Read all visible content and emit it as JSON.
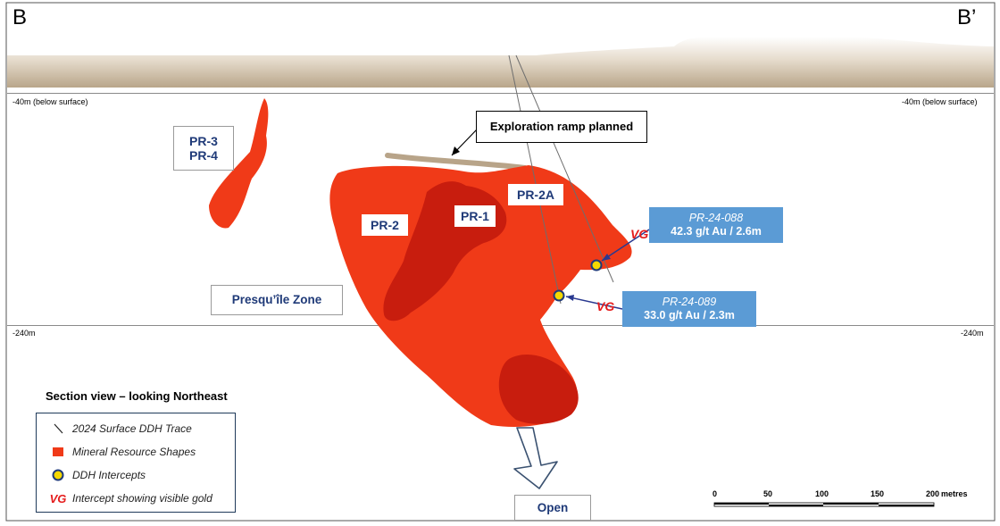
{
  "corner_left": "B",
  "corner_right": "B’",
  "elevations": {
    "top_left": "-40m (below surface)",
    "top_right": "-40m (below surface)",
    "bottom_left": "-240m",
    "bottom_right": "-240m"
  },
  "zones": {
    "pr34": [
      "PR-3",
      "PR-4"
    ],
    "pr2": "PR-2",
    "pr1": "PR-1",
    "pr2a": "PR-2A",
    "presquile": "Presqu’île Zone",
    "open": "Open"
  },
  "ramp_callout": "Exploration ramp planned",
  "holes": [
    {
      "id": "PR-24-088",
      "result": "42.3 g/t Au / 2.6m",
      "vg": "VG"
    },
    {
      "id": "PR-24-089",
      "result": "33.0 g/t Au / 2.3m",
      "vg": "VG"
    }
  ],
  "section_title": "Section view – looking Northeast",
  "legend": [
    {
      "icon": "line",
      "label": "2024 Surface DDH Trace"
    },
    {
      "icon": "red-square",
      "label": "Mineral Resource Shapes"
    },
    {
      "icon": "yellow-circle",
      "label": "DDH Intercepts"
    },
    {
      "icon": "vg-text",
      "symbol": "VG",
      "label": "Intercept showing visible gold"
    }
  ],
  "scale": {
    "ticks": [
      "0",
      "50",
      "100",
      "150",
      "200"
    ],
    "unit": "metres"
  },
  "colors": {
    "resource_red": "#f03a18",
    "resource_dark_red": "#c81d0e",
    "ground_brown": "#c9b8a0",
    "intercept_yellow": "#f5d800",
    "hole_box_blue": "#5b9bd5",
    "label_blue": "#1f3a78",
    "vg_red": "#e51c1c"
  }
}
